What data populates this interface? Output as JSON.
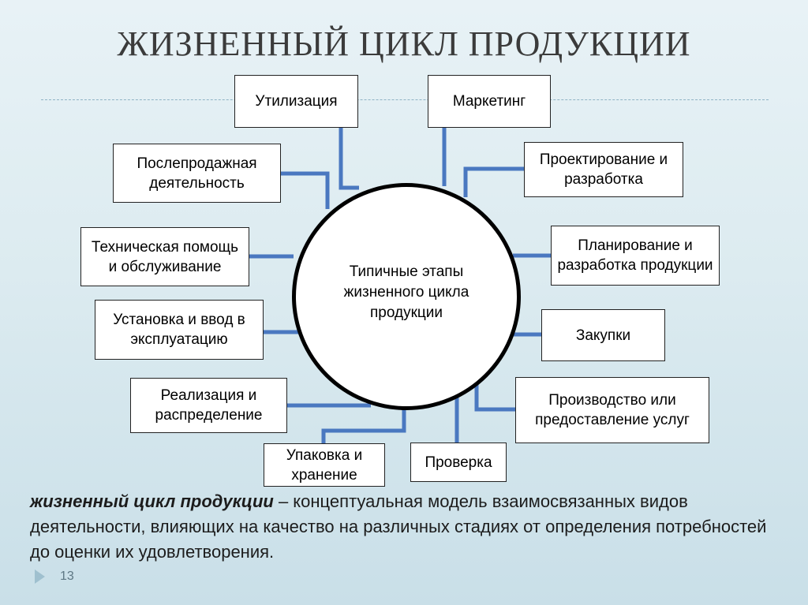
{
  "slide": {
    "title": "ЖИЗНЕННЫЙ ЦИКЛ ПРОДУКЦИИ",
    "page_number": "13",
    "accent_color": "#4a78c0"
  },
  "diagram": {
    "center_label": "Типичные этапы жизненного цикла продукции",
    "stages": [
      {
        "id": "utilization",
        "label": "Утилизация"
      },
      {
        "id": "marketing",
        "label": "Маркетинг"
      },
      {
        "id": "design",
        "label": "Проектирование и разработка"
      },
      {
        "id": "planning",
        "label": "Планирование и разработка продукции"
      },
      {
        "id": "procurement",
        "label": "Закупки"
      },
      {
        "id": "production",
        "label": "Производство или предоставление услуг"
      },
      {
        "id": "inspection",
        "label": "Проверка"
      },
      {
        "id": "packaging",
        "label": "Упаковка и хранение"
      },
      {
        "id": "sales",
        "label": "Реализация и распределение"
      },
      {
        "id": "installation",
        "label": "Установка и ввод в эксплуатацию"
      },
      {
        "id": "tech-support",
        "label": "Техническая помощь и обслуживание"
      },
      {
        "id": "after-sales",
        "label": "Послепродажная деятельность"
      }
    ]
  },
  "definition": {
    "term": "жизненный цикл продукции",
    "text": " – концептуальная модель взаимосвязанных видов деятельности, влияющих на качество на различных стадиях от определения потребностей до оценки их удовлетворения."
  }
}
